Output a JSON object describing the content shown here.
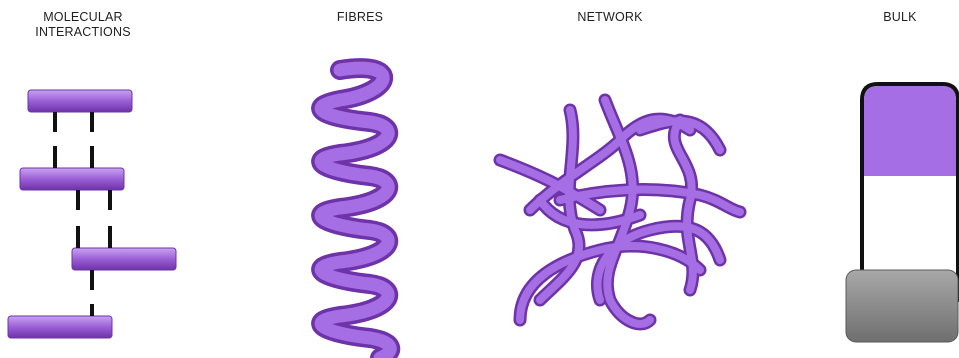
{
  "labels": {
    "molecular_line1": "MOLECULAR",
    "molecular_line2": "INTERACTIONS",
    "fibres": "FIBRES",
    "network": "NETWORK",
    "bulk": "BULK"
  },
  "colors": {
    "purple": "#9b5fd6",
    "purple_dark": "#6e33a8",
    "purple_light": "#c9a4f0",
    "grey": "#8a8a8a",
    "black": "#111111"
  },
  "icons": [
    "molecule-bar",
    "helix-fibre",
    "tangled-network",
    "vial-bulk"
  ]
}
